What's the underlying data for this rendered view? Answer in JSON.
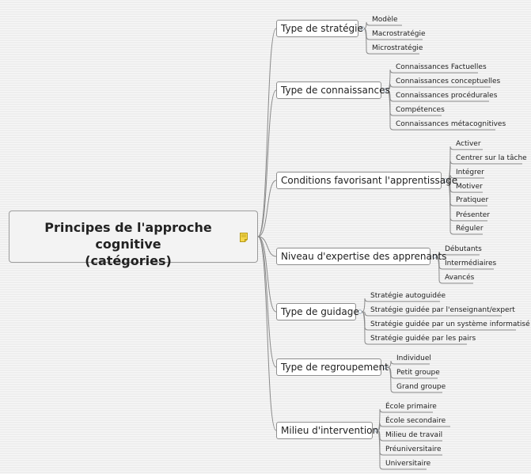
{
  "root": {
    "line1": "Principes de l'approche cognitive",
    "line2": "(catégories)"
  },
  "branches": [
    {
      "label": "Type de stratégie",
      "children": [
        "Modèle",
        "Macrostratégie",
        "Microstratégie"
      ]
    },
    {
      "label": "Type de connaissances",
      "children": [
        "Connaissances Factuelles",
        "Connaissances conceptuelles",
        "Connaissances procédurales",
        "Compétences",
        "Connaissances métacognitives"
      ]
    },
    {
      "label": "Conditions favorisant l'apprentissage",
      "children": [
        "Activer",
        "Centrer sur la tâche",
        "Intégrer",
        "Motiver",
        "Pratiquer",
        "Présenter",
        "Réguler"
      ]
    },
    {
      "label": "Niveau d'expertise des apprenants",
      "children": [
        "Débutants",
        "Intermédiaires",
        "Avancés"
      ]
    },
    {
      "label": "Type de guidage",
      "children": [
        "Stratégie autoguidée",
        "Stratégie guidée par l'enseignant/expert",
        "Stratégie guidée par un système informatisé",
        "Stratégie guidée par les pairs"
      ]
    },
    {
      "label": "Type de regroupement",
      "children": [
        "Individuel",
        "Petit groupe",
        "Grand groupe"
      ]
    },
    {
      "label": "Milieu d'intervention",
      "children": [
        "École primaire",
        "École secondaire",
        "Milieu de travail",
        "Préuniversitaire",
        "Universitaire"
      ]
    }
  ]
}
